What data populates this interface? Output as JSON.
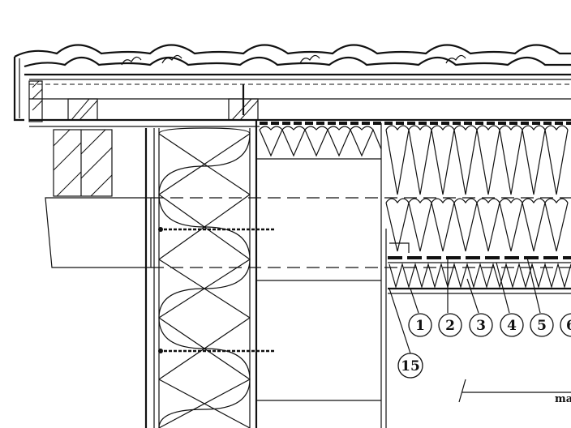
{
  "drawing": {
    "callouts": [
      "1",
      "2",
      "3",
      "4",
      "5",
      "6",
      "15"
    ],
    "scale_label": "ma"
  }
}
